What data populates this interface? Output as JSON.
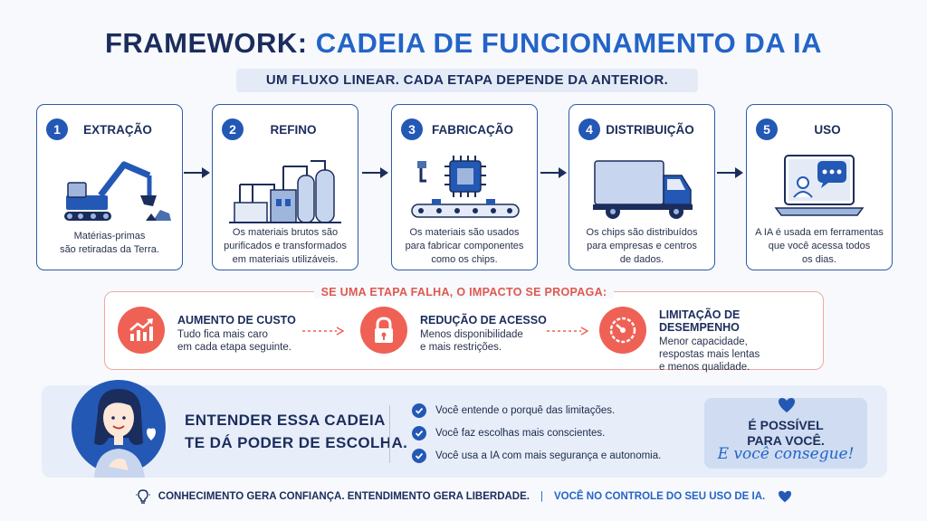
{
  "header": {
    "title_part1": "FRAMEWORK:",
    "title_part2": "CADEIA DE FUNCIONAMENTO DA IA",
    "subtitle": "UM FLUXO LINEAR. CADA ETAPA DEPENDE DA ANTERIOR."
  },
  "steps": [
    {
      "number": "1",
      "name": "EXTRAÇÃO",
      "desc": [
        "Matérias-primas",
        "são retiradas da Terra."
      ],
      "icon": "excavator-icon"
    },
    {
      "number": "2",
      "name": "REFINO",
      "desc": [
        "Os materiais brutos são",
        "purificados e transformados",
        "em materiais utilizáveis."
      ],
      "icon": "refinery-icon"
    },
    {
      "number": "3",
      "name": "FABRICAÇÃO",
      "desc": [
        "Os materiais são usados",
        "para fabricar componentes",
        "como os chips."
      ],
      "icon": "chip-factory-icon"
    },
    {
      "number": "4",
      "name": "DISTRIBUIÇÃO",
      "desc": [
        "Os chips são distribuídos",
        "para empresas e centros",
        "de dados."
      ],
      "icon": "truck-icon"
    },
    {
      "number": "5",
      "name": "USO",
      "desc": [
        "A IA é usada em ferramentas",
        "que você acessa todos",
        "os dias."
      ],
      "icon": "laptop-chat-icon"
    }
  ],
  "impact": {
    "label": "SE UMA ETAPA FALHA, O IMPACTO SE PROPAGA:",
    "items": [
      {
        "title": "AUMENTO DE CUSTO",
        "desc": [
          "Tudo fica mais caro",
          "em cada etapa seguinte."
        ],
        "icon": "chart-up-icon"
      },
      {
        "title": "REDUÇÃO DE ACESSO",
        "desc": [
          "Menos disponibilidade",
          "e mais restrições."
        ],
        "icon": "lock-icon"
      },
      {
        "title": "LIMITAÇÃO DE DESEMPENHO",
        "desc": [
          "Menor capacidade,",
          "respostas mais lentas",
          "e menos qualidade."
        ],
        "icon": "gauge-icon"
      }
    ]
  },
  "bottom": {
    "message_line1": "ENTENDER ESSA CADEIA",
    "message_line2": "TE DÁ PODER DE ESCOLHA.",
    "checks": [
      "Você entende o porquê das limitações.",
      "Você faz escolhas mais conscientes.",
      "Você usa a IA com mais segurança e autonomia."
    ],
    "badge_line1": "É POSSÍVEL",
    "badge_line2": "PARA VOCÊ.",
    "badge_script": "E você consegue!"
  },
  "footer": {
    "text1": "CONHECIMENTO GERA CONFIANÇA. ENTENDIMENTO GERA LIBERDADE.",
    "separator": "|",
    "text2": "VOCÊ NO CONTROLE DO SEU USO DE IA."
  },
  "colors": {
    "primary": "#2358b5",
    "dark": "#1b2d5c",
    "accent_red": "#ef6155",
    "panel": "#e7eef9"
  }
}
